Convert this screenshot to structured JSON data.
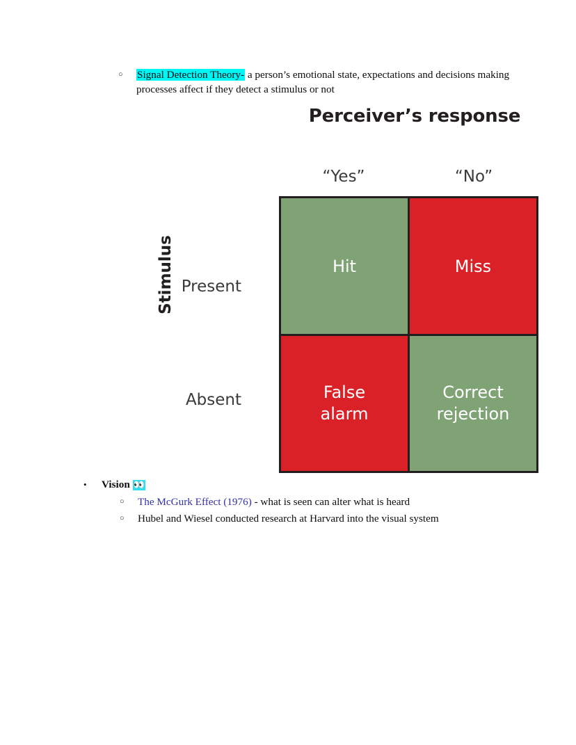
{
  "notes": {
    "signal_detection": {
      "bullet": "○",
      "highlighted_term": "Signal Detection Theory-",
      "body": " a person’s emotional state, expectations and decisions making processes affect if they detect a stimulus or not",
      "highlight_color": "#00f5f5"
    },
    "vision": {
      "bullet": "•",
      "label": "Vision",
      "emoji": "👀",
      "emoji_name": "eyes-emoji",
      "emoji_highlight_color": "#2ee0ef",
      "sub_items": [
        {
          "bullet": "○",
          "link_text": "The McGurk Effect (1976)",
          "link_color": "#3232a8",
          "rest_text": " - what is seen can alter what is heard"
        },
        {
          "bullet": "○",
          "link_text": "",
          "rest_text": "Hubel and Wiesel conducted research at Harvard into the visual system"
        }
      ]
    }
  },
  "figure": {
    "title": "Perceiver’s response",
    "axis_label": "Stimulus",
    "column_headers": [
      "“Yes”",
      "“No”"
    ],
    "row_headers": [
      "Present",
      "Absent"
    ],
    "colors": {
      "green": "#7fa375",
      "red": "#da2128",
      "border": "#231f20",
      "cell_text": "#ffffff"
    },
    "cells": [
      {
        "row": "Present",
        "column": "“Yes”",
        "label": "Hit",
        "outcome": "correct",
        "color": "#7fa375"
      },
      {
        "row": "Present",
        "column": "“No”",
        "label": "Miss",
        "outcome": "error",
        "color": "#da2128"
      },
      {
        "row": "Absent",
        "column": "“Yes”",
        "label": "False\nalarm",
        "outcome": "error",
        "color": "#da2128"
      },
      {
        "row": "Absent",
        "column": "“No”",
        "label": "Correct\nrejection",
        "outcome": "correct",
        "color": "#7fa375"
      }
    ],
    "cell_labels": {
      "hit": "Hit",
      "miss": "Miss",
      "false_alarm_line1": "False",
      "false_alarm_line2": "alarm",
      "correct_rejection_line1": "Correct",
      "correct_rejection_line2": "rejection"
    }
  }
}
